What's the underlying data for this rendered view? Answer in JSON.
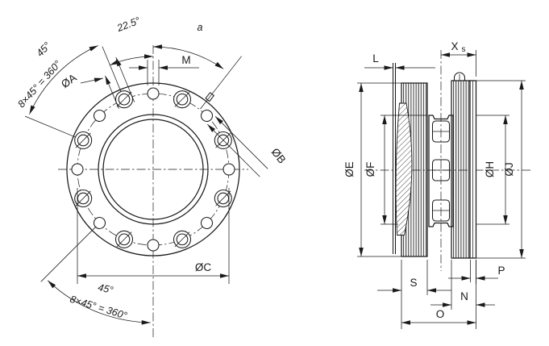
{
  "front_view": {
    "labels": {
      "angle_spacing_top": "22.5°",
      "angle_a": "a",
      "angle_45_upper": "45°",
      "pattern_note_upper": "8×45° = 360°",
      "hole_dia_a": "ØA",
      "slot_width_m": "M",
      "hole_dia_b": "ØB",
      "bolt_circle_dia_c": "ØC",
      "angle_45_lower": "45°",
      "pattern_note_lower": "8×45° = 360°"
    }
  },
  "side_view": {
    "labels": {
      "dim_l": "L",
      "dim_xs_main": "X",
      "dim_xs_sub": "s",
      "dia_e": "ØE",
      "dia_f": "ØF",
      "dia_h": "ØH",
      "dia_j": "ØJ",
      "dim_s": "S",
      "dim_p": "P",
      "dim_n": "N",
      "dim_o": "O"
    }
  },
  "colors": {
    "line": "#1a1a1a",
    "background": "#ffffff"
  }
}
